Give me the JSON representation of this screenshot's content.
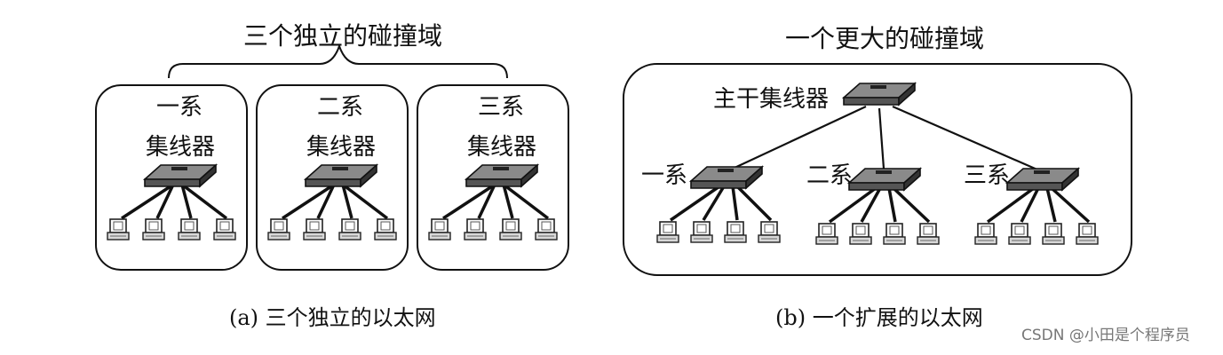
{
  "left": {
    "title": "三个独立的碰撞域",
    "caption": "(a) 三个独立的以太网",
    "domains": [
      {
        "name": "一系",
        "device": "集线器"
      },
      {
        "name": "二系",
        "device": "集线器"
      },
      {
        "name": "三系",
        "device": "集线器"
      }
    ]
  },
  "right": {
    "title": "一个更大的碰撞域",
    "caption": "(b) 一个扩展的以太网",
    "backbone": "主干集线器",
    "branches": [
      "一系",
      "二系",
      "三系"
    ]
  },
  "watermark": "CSDN @小田是个程序员"
}
